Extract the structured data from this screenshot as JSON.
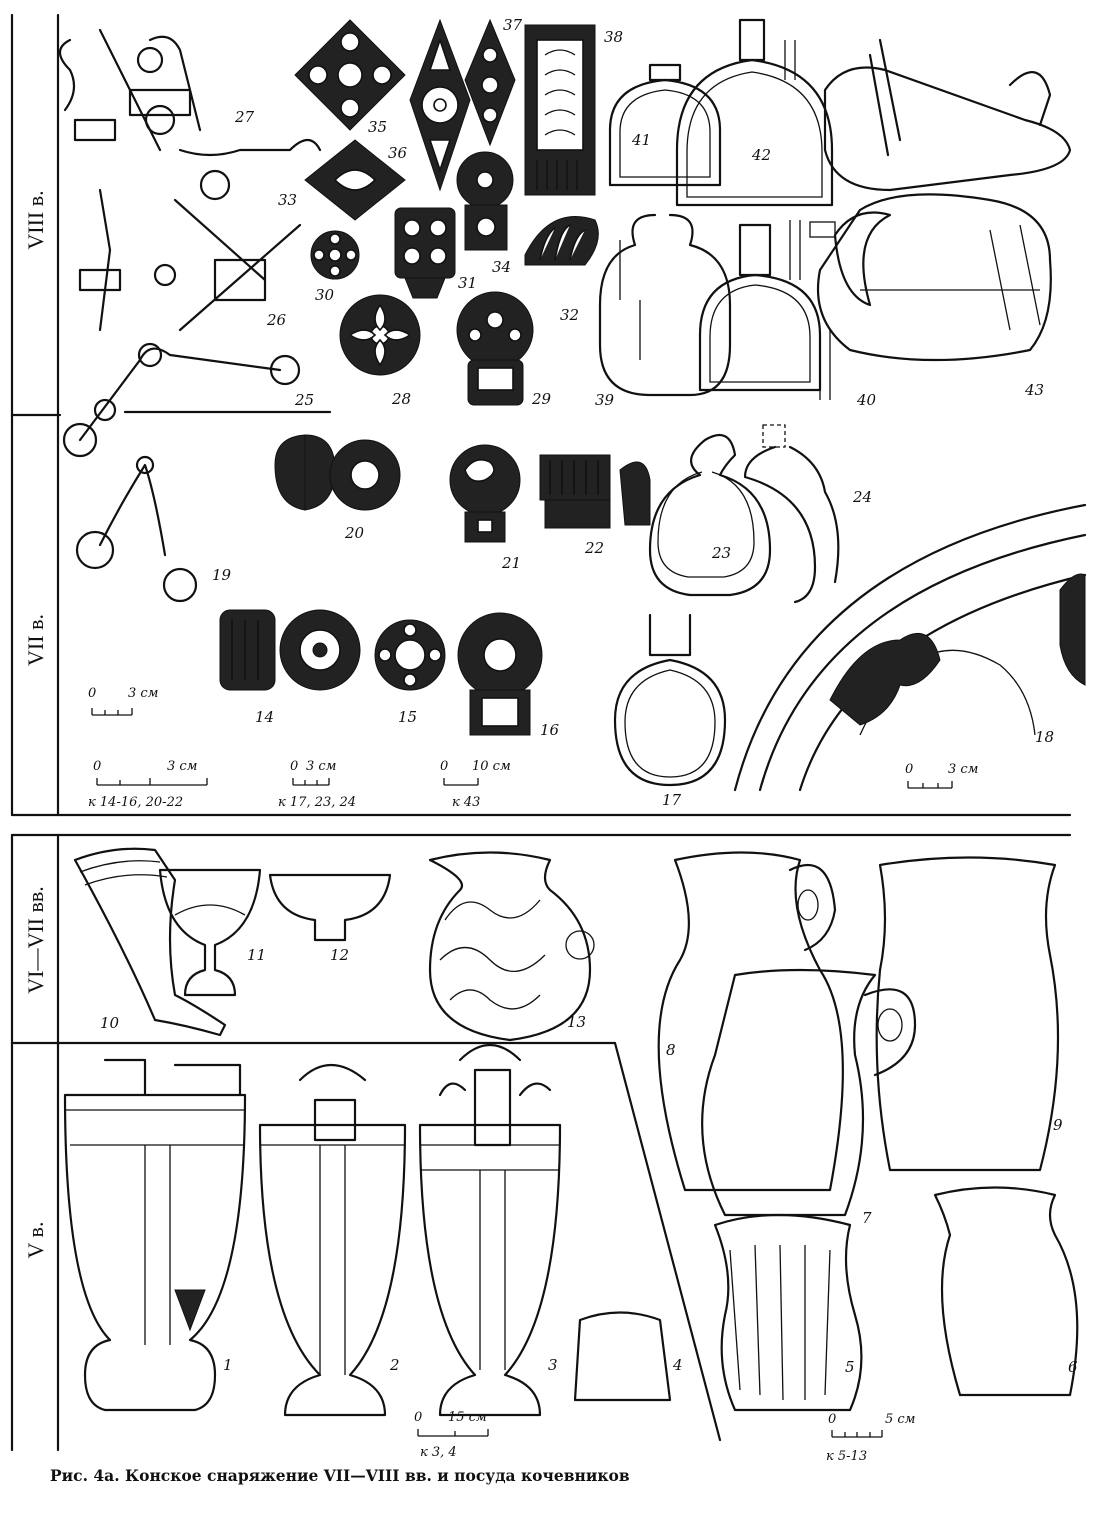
{
  "caption": "Рис. 4а. Конское снаряжение VII—VIII вв. и посуда кочевников",
  "periods": [
    {
      "id": "viii",
      "label": "VIII в."
    },
    {
      "id": "vii",
      "label": "VII в."
    },
    {
      "id": "vi-vii",
      "label": "VI—VII вв."
    },
    {
      "id": "v",
      "label": "V в."
    }
  ],
  "item_numbers": [
    "1",
    "2",
    "3",
    "4",
    "5",
    "6",
    "7",
    "8",
    "9",
    "10",
    "11",
    "12",
    "13",
    "14",
    "15",
    "16",
    "17",
    "18",
    "19",
    "20",
    "21",
    "22",
    "23",
    "24",
    "25",
    "26",
    "27",
    "28",
    "29",
    "30",
    "31",
    "32",
    "33",
    "34",
    "35",
    "36",
    "37",
    "38",
    "39",
    "40",
    "41",
    "42",
    "43"
  ],
  "scales": [
    {
      "id": "a",
      "zero": "0",
      "value": "3 см",
      "note": ""
    },
    {
      "id": "b",
      "zero": "0",
      "value": "3 см",
      "note": "к 14-16, 20-22"
    },
    {
      "id": "c",
      "zero": "0",
      "value": "3 см",
      "note": "к 17, 23, 24"
    },
    {
      "id": "d",
      "zero": "0",
      "value": "10 см",
      "note": "к 43"
    },
    {
      "id": "e",
      "zero": "0",
      "value": "3 см",
      "note": ""
    },
    {
      "id": "f",
      "zero": "0",
      "value": "15 см",
      "note": "к 3, 4"
    },
    {
      "id": "g",
      "zero": "0",
      "value": "5 см",
      "note": "к 5-13"
    }
  ]
}
